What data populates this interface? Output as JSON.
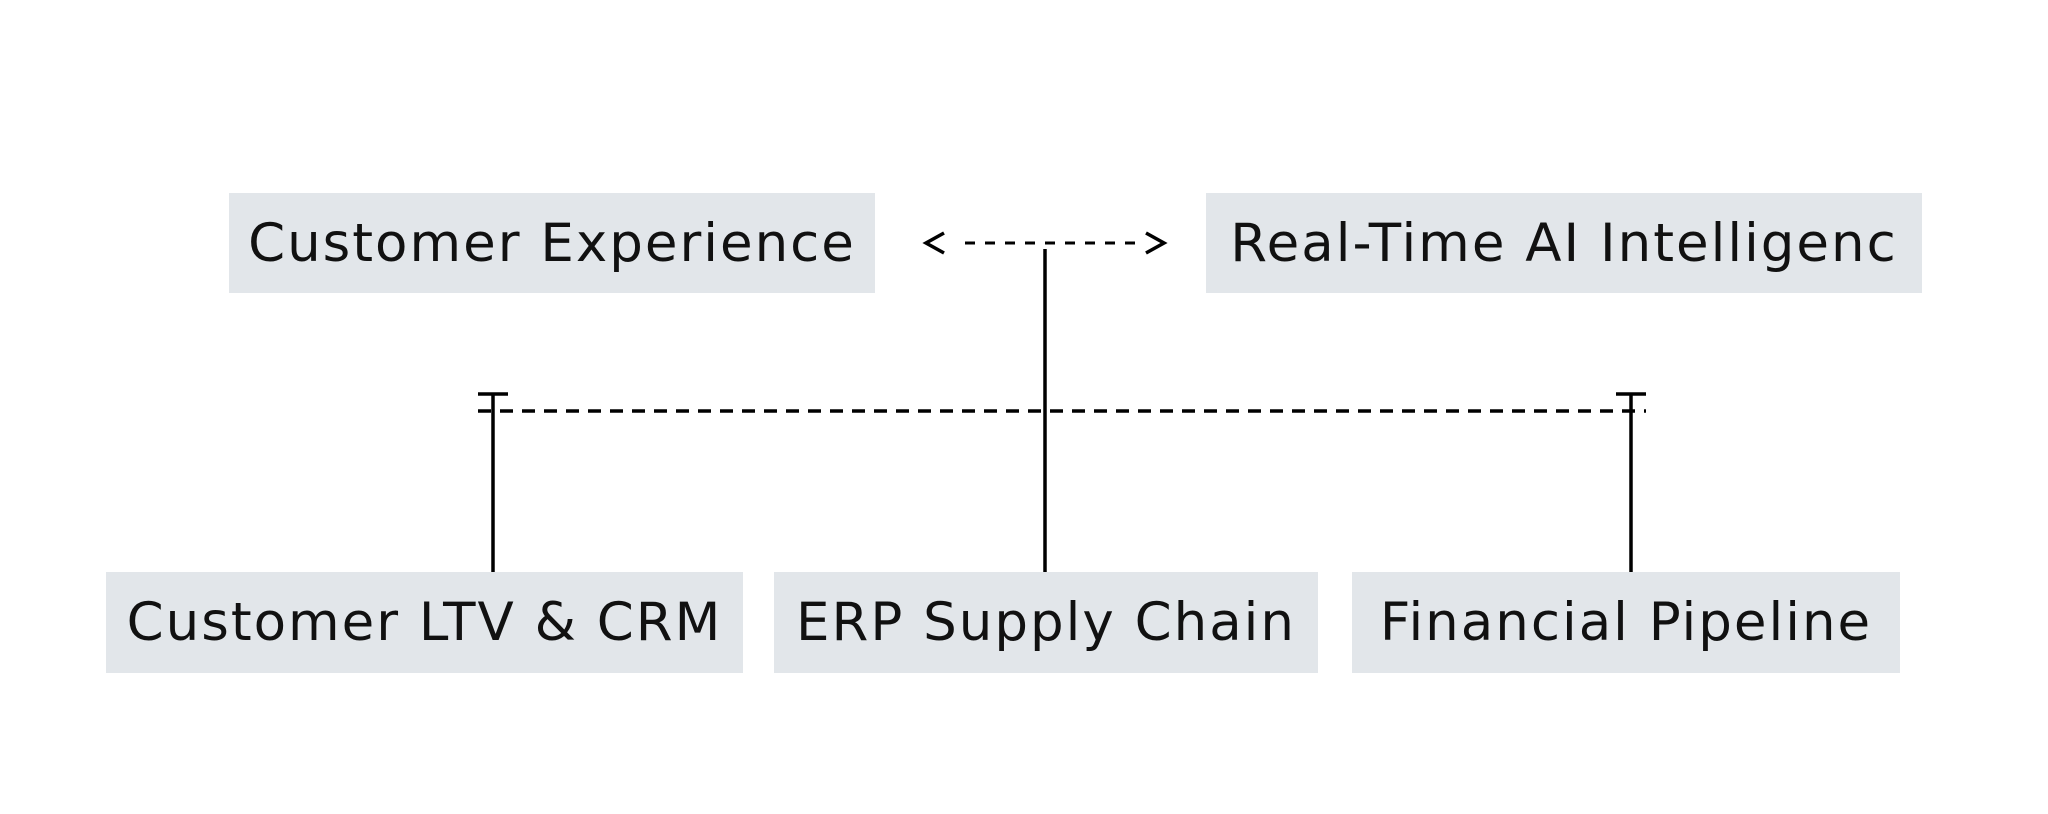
{
  "diagram": {
    "nodes": [
      {
        "id": "customer-experience",
        "label": "Customer Experience"
      },
      {
        "id": "real-time-ai",
        "label": "Real-Time AI Intelligenc"
      },
      {
        "id": "customer-ltv-crm",
        "label": "Customer LTV & CRM"
      },
      {
        "id": "erp-supply-chain",
        "label": "ERP Supply Chain"
      },
      {
        "id": "financial-pipeline",
        "label": "Financial Pipeline"
      }
    ],
    "edges": [
      {
        "from": "customer-experience",
        "to": "real-time-ai",
        "style": "dotted",
        "heads": "both-arrows"
      },
      {
        "from": "customer-ltv-crm",
        "to": "financial-pipeline",
        "style": "dashed",
        "via": "bus"
      },
      {
        "from": "erp-supply-chain",
        "to": "customer-experience-real-time-ai-link",
        "style": "solid"
      }
    ],
    "colors": {
      "node_fill": "#e2e6ea",
      "node_text": "#111111",
      "line": "#000000",
      "background": "#ffffff"
    }
  }
}
